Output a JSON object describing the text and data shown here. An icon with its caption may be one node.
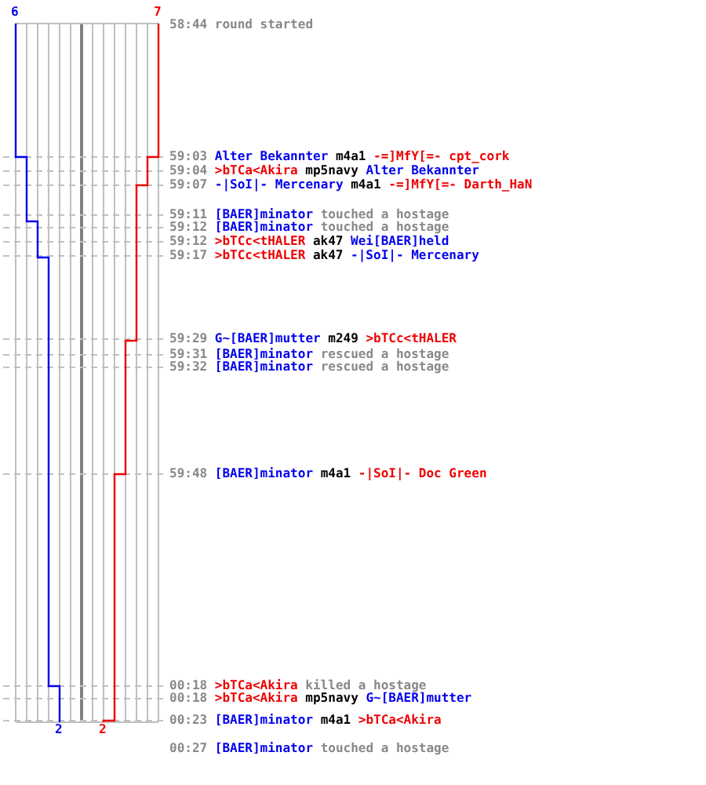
{
  "diagram": {
    "labels": [
      "6",
      "7",
      "58:44",
      "round started",
      "59:03",
      "Alter Bekannter",
      "m4a1",
      "-=]MfY[=- cpt_cork",
      "59:04",
      ">bTCa<Akira",
      "mp5navy",
      "Alter Bekannter",
      "59:07",
      "-|SoI|- Mercenary",
      "m4a1",
      "-=]MfY[=- Darth_HaN",
      "59:11",
      "[BAER]minator",
      "touched a hostage",
      "59:12",
      "[BAER]minator",
      "touched a hostage",
      "59:12",
      ">bTCc<tHALER",
      "ak47",
      "Wei[BAER]held",
      "59:17",
      ">bTCc<tHALER",
      "ak47",
      "-|SoI|- Mercenary",
      "59:29",
      "G~[BAER]mutter",
      "m249",
      ">bTCc<tHALER",
      "59:31",
      "[BAER]minator",
      "rescued a hostage",
      "59:32",
      "[BAER]minator",
      "rescued a hostage",
      "59:48",
      "[BAER]minator",
      "m4a1",
      "-|SoI|- Doc Green",
      "00:18",
      ">bTCa<Akira",
      "killed a hostage",
      "00:18",
      ">bTCa<Akira",
      "mp5navy",
      "G~[BAER]mutter",
      "00:23",
      "[BAER]minator",
      "m4a1",
      ">bTCa<Akira",
      "2",
      "2",
      "00:27",
      "[BAER]minator",
      "touched a hostage"
    ]
  }
}
